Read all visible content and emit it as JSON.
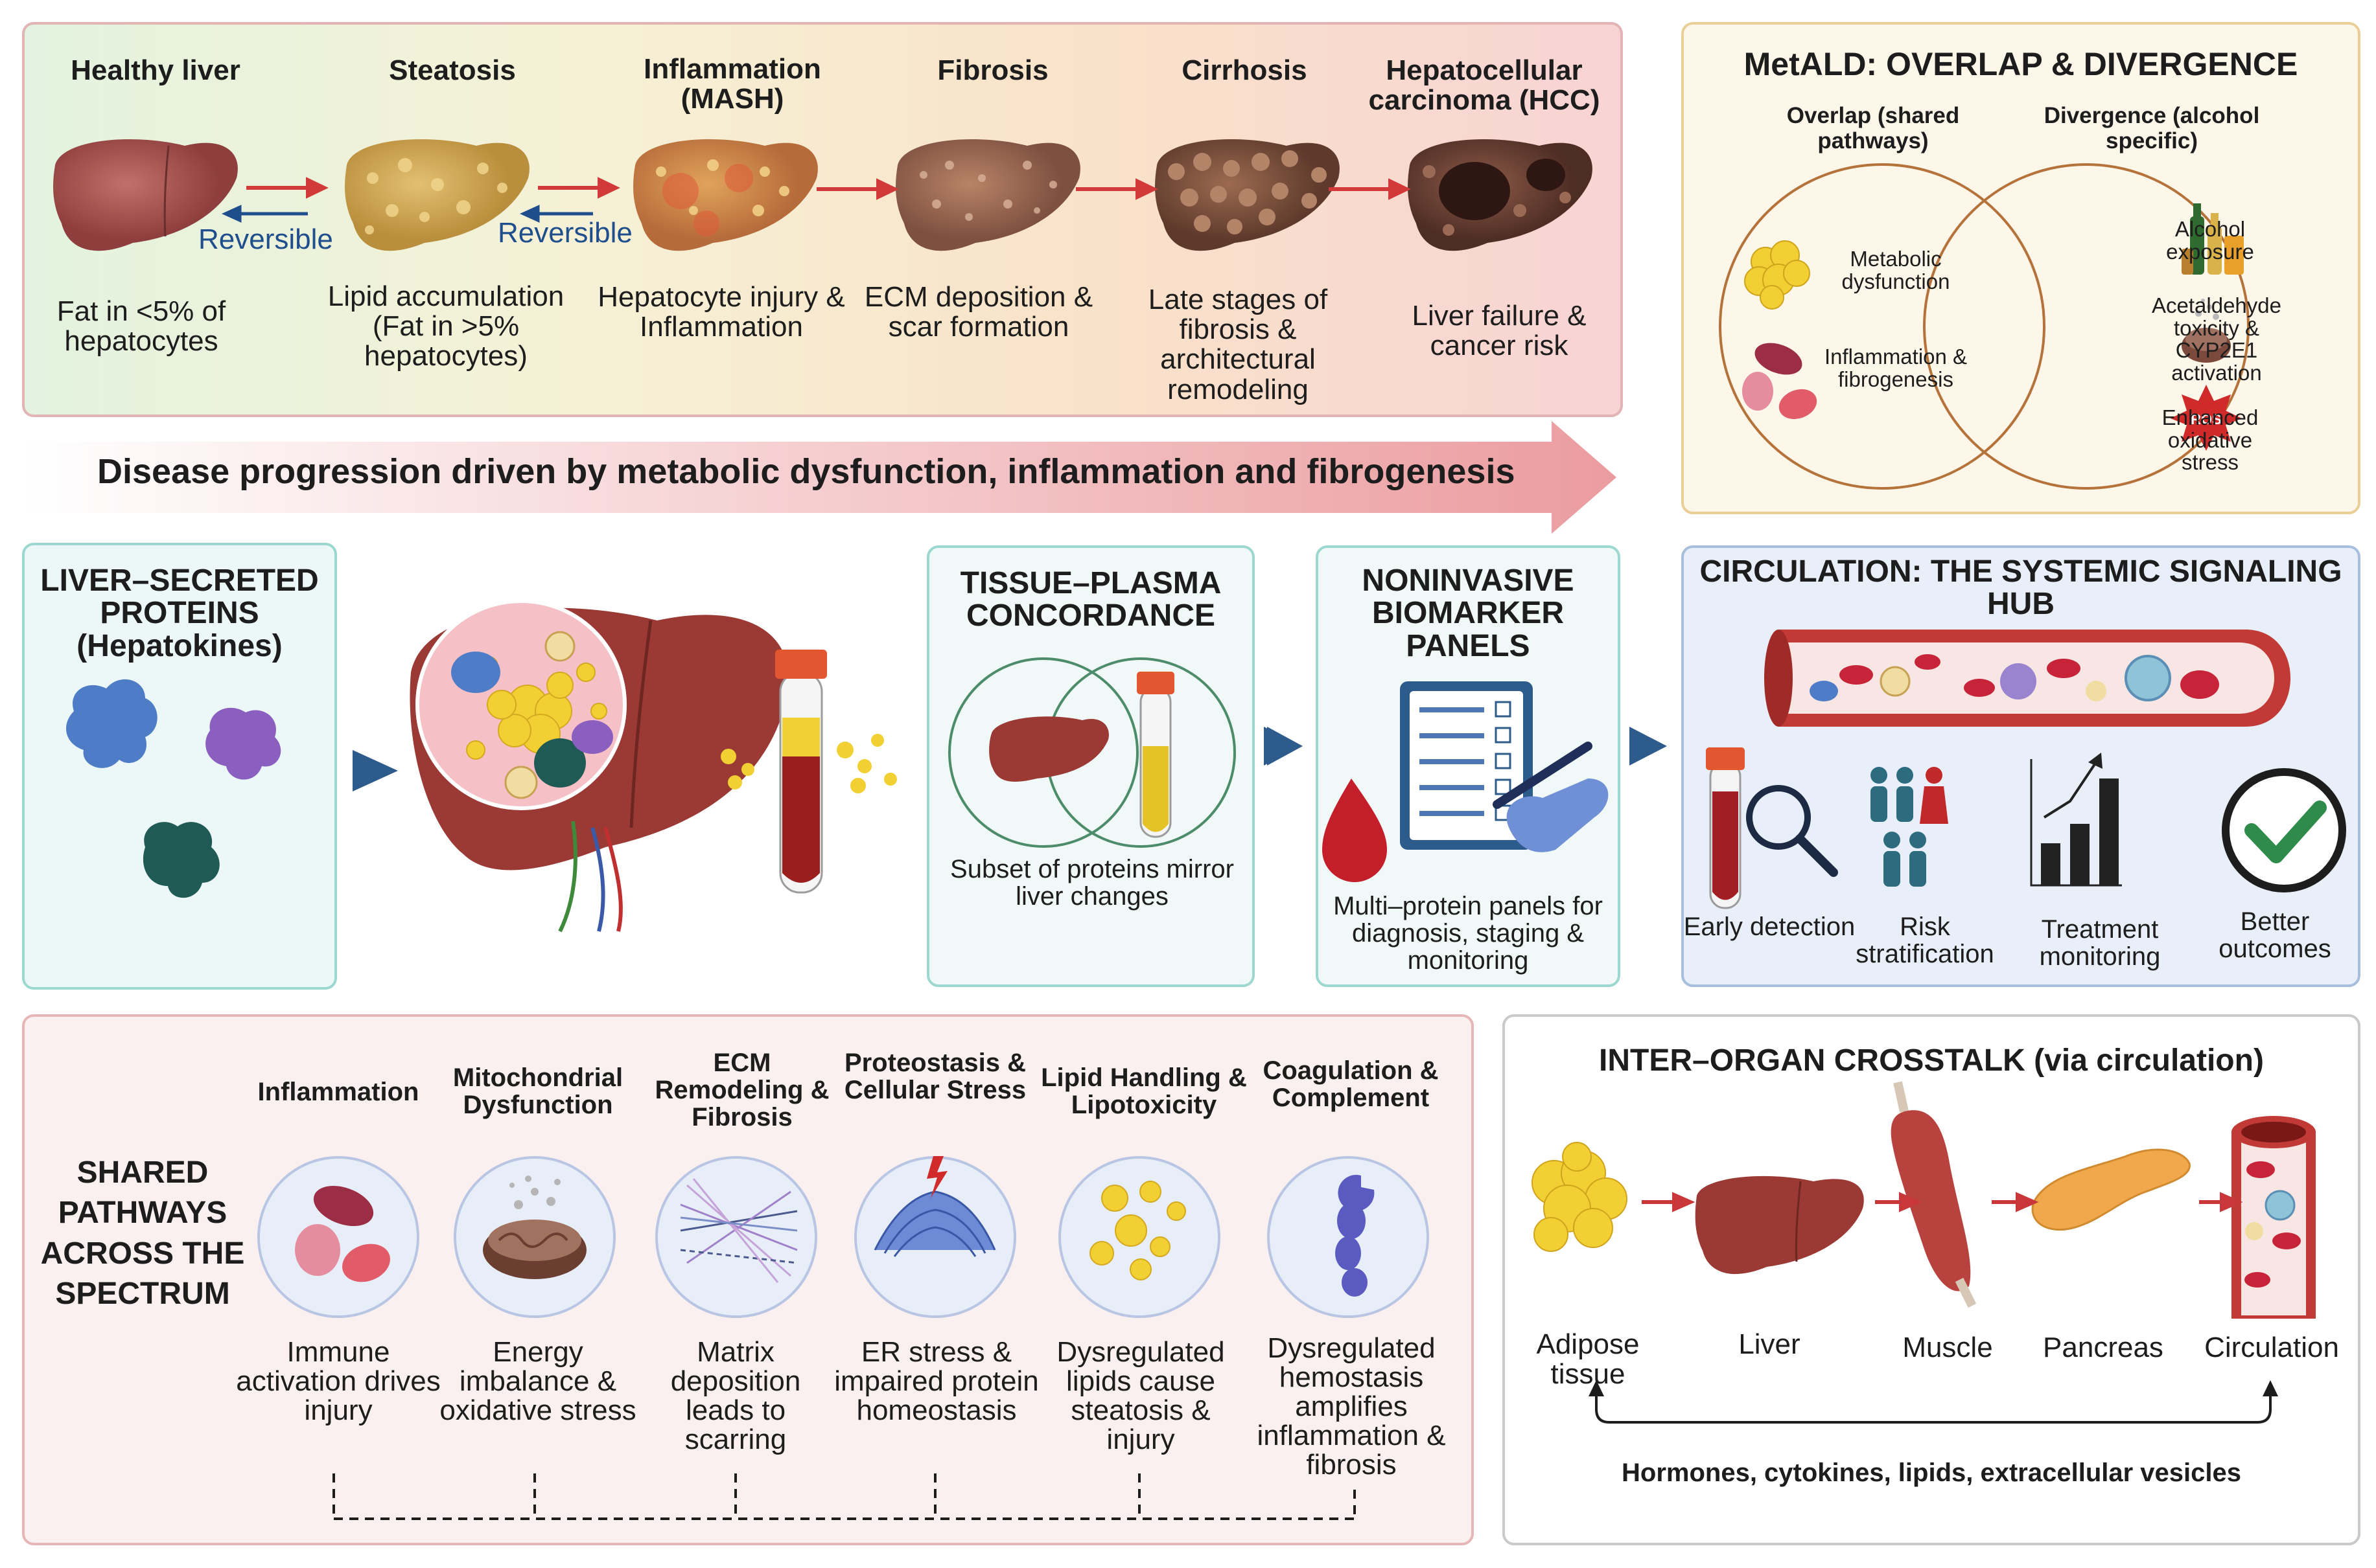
{
  "progression": {
    "stages": [
      {
        "title": "Healthy liver",
        "desc": "Fat in <5% of hepatocytes"
      },
      {
        "title": "Steatosis",
        "desc": "Lipid accumulation (Fat in >5% hepatocytes)"
      },
      {
        "title": "Inflammation (MASH)",
        "desc": "Hepatocyte injury & Inflammation"
      },
      {
        "title": "Fibrosis",
        "desc": "ECM deposition & scar formation"
      },
      {
        "title": "Cirrhosis",
        "desc": "Late stages of fibrosis & architectural remodeling"
      },
      {
        "title": "Hepatocellular carcinoma (HCC)",
        "desc": "Liver failure & cancer risk"
      }
    ],
    "reversible_label": "Reversible",
    "banner": "Disease progression driven by metabolic dysfunction, inflammation and fibrogenesis",
    "colors": {
      "red_arrow": "#d23a3a",
      "blue_arrow": "#1f4e8c",
      "banner_arrow": "#ec9c9f"
    }
  },
  "metald": {
    "title": "MetALD: OVERLAP & DIVERGENCE",
    "overlap_title": "Overlap (shared pathways)",
    "divergence_title": "Divergence (alcohol specific)",
    "overlap_items": [
      "Metabolic dysfunction",
      "Inflammation & fibrogenesis"
    ],
    "divergence_items": [
      "Alcohol exposure",
      "Acetaldehyde toxicity & CYP2E1 activation",
      "Enhanced oxidative stress"
    ],
    "ros_label": "ROS"
  },
  "hepatokines": {
    "title": "LIVER–SECRETED PROTEINS (Hepatokines)"
  },
  "concordance": {
    "title": "TISSUE–PLASMA CONCORDANCE",
    "desc": "Subset of proteins mirror liver changes"
  },
  "noninvasive": {
    "title": "NONINVASIVE BIOMARKER PANELS",
    "desc": "Multi–protein panels for diagnosis, staging & monitoring"
  },
  "circulation": {
    "title": "CIRCULATION: THE SYSTEMIC SIGNALING HUB",
    "outcomes": [
      "Early detection",
      "Risk stratification",
      "Treatment monitoring",
      "Better outcomes"
    ]
  },
  "shared": {
    "title": "SHARED PATHWAYS ACROSS THE SPECTRUM",
    "pathways": [
      {
        "title": "Inflammation",
        "desc": "Immune activation drives injury"
      },
      {
        "title": "Mitochondrial Dysfunction",
        "desc": "Energy imbalance & oxidative stress"
      },
      {
        "title": "ECM Remodeling & Fibrosis",
        "desc": "Matrix deposition leads to scarring"
      },
      {
        "title": "Proteostasis & Cellular Stress",
        "desc": "ER stress & impaired protein homeostasis"
      },
      {
        "title": "Lipid Handling & Lipotoxicity",
        "desc": "Dysregulated lipids cause steatosis & injury"
      },
      {
        "title": "Coagulation & Complement",
        "desc": "Dysregulated hemostasis amplifies inflammation & fibrosis"
      }
    ]
  },
  "crosstalk": {
    "title": "INTER–ORGAN CROSSTALK (via circulation)",
    "organs": [
      "Adipose tissue",
      "Liver",
      "Muscle",
      "Pancreas",
      "Circulation"
    ],
    "footer": "Hormones, cytokines, lipids, extracellular vesicles"
  }
}
